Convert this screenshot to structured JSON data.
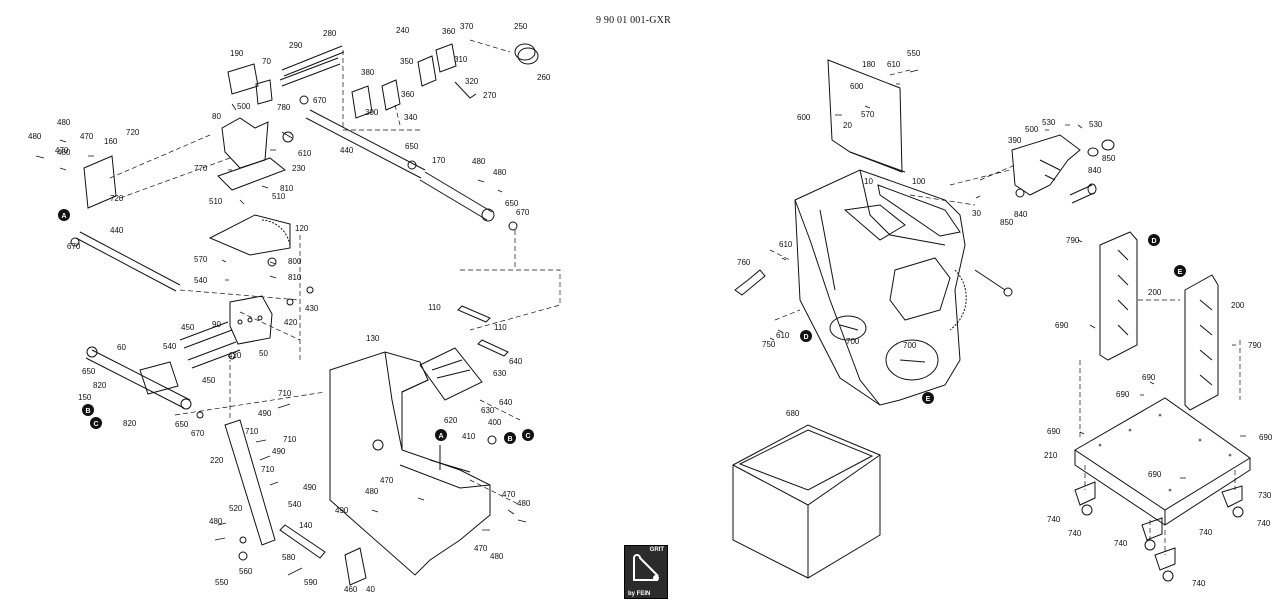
{
  "document_id": "9 90 01 001-GXR",
  "callouts": [
    "A",
    "B",
    "C",
    "D",
    "E"
  ],
  "labels_left": [
    "250",
    "370",
    "240",
    "360",
    "310",
    "320",
    "270",
    "260",
    "280",
    "290",
    "190",
    "70",
    "380",
    "350",
    "360",
    "300",
    "340",
    "500",
    "780",
    "670",
    "80",
    "610",
    "230",
    "770",
    "810",
    "510",
    "510",
    "120",
    "570",
    "540",
    "800",
    "810",
    "480",
    "470",
    "480",
    "160",
    "720",
    "720",
    "480",
    "470",
    "670",
    "440",
    "440",
    "650",
    "170",
    "480",
    "480",
    "650",
    "670",
    "420",
    "430",
    "450",
    "90",
    "540",
    "60",
    "420",
    "450",
    "650",
    "820",
    "150",
    "820",
    "650",
    "670",
    "50",
    "110",
    "110",
    "640",
    "630",
    "620",
    "640",
    "630",
    "130",
    "710",
    "490",
    "710",
    "710",
    "490",
    "710",
    "490",
    "220",
    "520",
    "480",
    "560",
    "550",
    "540",
    "140",
    "580",
    "590",
    "460",
    "40",
    "490",
    "480",
    "470",
    "410",
    "400",
    "470",
    "480",
    "470",
    "480"
  ],
  "labels_right": [
    "550",
    "180",
    "610",
    "600",
    "600",
    "20",
    "570",
    "10",
    "100",
    "390",
    "500",
    "530",
    "530",
    "850",
    "840",
    "30",
    "850",
    "840",
    "610",
    "760",
    "610",
    "750",
    "700",
    "700",
    "790",
    "200",
    "690",
    "200",
    "790",
    "690",
    "690",
    "690",
    "210",
    "690",
    "740",
    "740",
    "740",
    "730",
    "740",
    "740",
    "680"
  ],
  "logo": {
    "top_text": "GRIT",
    "bottom_text": "by FEIN"
  },
  "colors": {
    "line": "#111111",
    "background": "#ffffff",
    "logo_bg": "#2b2b2b"
  }
}
